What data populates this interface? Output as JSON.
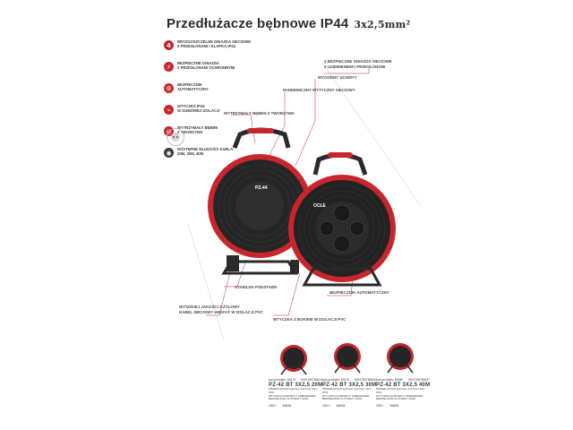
{
  "header": {
    "title": "Przedłużacze bębnowe IP44",
    "spec": "3x2,5mm²"
  },
  "features": [
    {
      "icon": "socket-count-icon",
      "badge": "4",
      "text": "BRYZGOSZCZELNE GNIAZDA SIECIOWE\nZ PRZESŁONAMI I KLAPKĄ IP44"
    },
    {
      "icon": "shield-icon",
      "badge": "⚡",
      "text": "BEZPIECZNE GNIAZDA\nZ PRZESŁONAMI OCHRONNYMI"
    },
    {
      "icon": "breaker-icon",
      "badge": "⚙",
      "text": "BEZPIECZNIK\nAUTOMATYCZNY"
    },
    {
      "icon": "plug-icon",
      "badge": "⌁",
      "text": "WTYCZKA IP44\nW GUMOWEJ IZOLACJI"
    },
    {
      "icon": "drum-icon",
      "badge": "◎",
      "text": "WYTRZYMAŁY BĘBEN\nZ TWORZYWA"
    },
    {
      "icon": "cable-length-icon",
      "badge": "◉",
      "text": "DOSTĘPNE DŁUGOŚCI KABLA:\n20m, 30m, 40m",
      "dark": true
    }
  ],
  "callouts": {
    "gniazdo": "4 BEZPIECZNE GNIAZDA SIECIOWE\nZ UZIEMIENIEM I PRZESŁONAMI",
    "uchwyt": "WYGODNY UCHWYT",
    "wyzwalacz": "PANDEMICZNY WYTYCZNY SIECIOWY",
    "beben": "WYTRZYMAŁY BĘBEN Z TWORZYWA",
    "podstawa": "STABILNA PODSTAWA",
    "kabel": "WYSOKIEJ JAKOŚCI 3-ŻYŁOWY\nKABEL SIECIOWY H05VV-F W IZOLACJI PVC",
    "wtyczka": "WTYCZKA Z BOKIEM W IZOLACJI PVC",
    "bezpiecznik": "BEZPIECZNIK AUTOMATYCZNY"
  },
  "drum_label": "PZ-44",
  "brand": "OCŁE",
  "products": [
    {
      "code_left": "kod produktu: 80279",
      "code_right": "5901789780613",
      "name": "PZ-42 BT 3X2,5 20M",
      "desc": "PRZEDŁUŻACZ bębnowy 3x2,5mm 20m IP44\nWTYCZKA GUMOWA Z UZIEMIENIEM\nBEZPIECZNIK AUTOMATYCZNY",
      "spec1": "230V~",
      "spec2": "3680W"
    },
    {
      "code_left": "kod produktu: 80278",
      "code_right": "5901789780620",
      "name": "PZ-42 BT 3X2,5 30M",
      "desc": "PRZEDŁUŻACZ bębnowy 3x2,5mm 30m IP44\nWTYCZKA GUMOWA Z UZIEMIENIEM\nBEZPIECZNIK AUTOMATYCZNY",
      "spec1": "230V~",
      "spec2": "3680W"
    },
    {
      "code_left": "kod produktu: 80280",
      "code_right": "5901789780637",
      "name": "PZ-42 BT 3X2,5 40M",
      "desc": "PRZEDŁUŻACZ bębnowy 3x2,5mm 40m IP44\nWTYCZKA GUMOWA Z UZIEMIENIEM\nBEZPIECZNIK AUTOMATYCZNY",
      "spec1": "230V~",
      "spec2": "3680W"
    }
  ],
  "colors": {
    "accent": "#c8262c",
    "dark": "#2a2a2a",
    "text": "#3c3c3c"
  }
}
